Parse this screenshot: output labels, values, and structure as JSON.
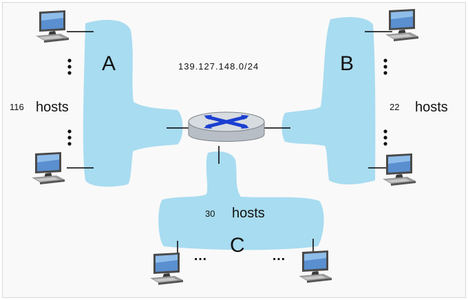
{
  "network": {
    "subnet_label": "139.127.148.0/24",
    "segments": {
      "a": {
        "name": "A",
        "count": "116",
        "unit": "hosts"
      },
      "b": {
        "name": "B",
        "count": "22",
        "unit": "hosts"
      },
      "c": {
        "name": "C",
        "count": "30",
        "unit": "hosts"
      }
    },
    "ellipsis": "…"
  },
  "colors": {
    "segment_fill": "#a8dcf0",
    "router_body": "#d3d8dd",
    "router_arrows": "#1b3fd0",
    "link": "#000000"
  },
  "icons": {
    "router": "router-icon",
    "host": "desktop-computer-icon"
  }
}
